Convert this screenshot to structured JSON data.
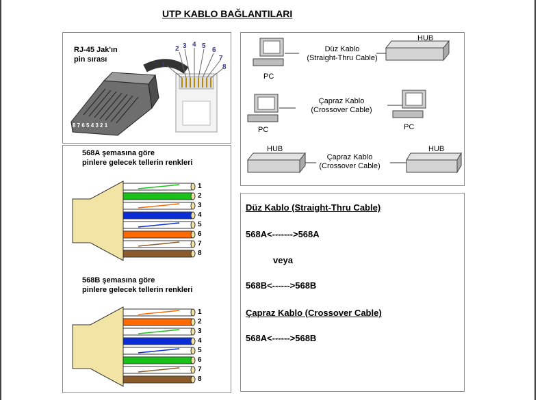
{
  "title": "UTP KABLO BAĞLANTILARI",
  "rj45": {
    "label_line1": "RJ-45 Jak'ın",
    "label_line2": "pin sırası",
    "plug_digits": "8 7 6 5 4 3 2 1",
    "pins": [
      "1",
      "2",
      "3",
      "4",
      "5",
      "6",
      "7",
      "8"
    ]
  },
  "scheme_a": {
    "title_line1": "568A şemasına göre",
    "title_line2": "pinlere gelecek tellerin renkleri",
    "pins": [
      "1",
      "2",
      "3",
      "4",
      "5",
      "6",
      "7",
      "8"
    ]
  },
  "scheme_b": {
    "title_line1": "568B şemasına göre",
    "title_line2": "pinlere gelecek tellerin renkleri",
    "pins": [
      "1",
      "2",
      "3",
      "4",
      "5",
      "6",
      "7",
      "8"
    ]
  },
  "connections": {
    "pc": "PC",
    "hub": "HUB",
    "straight_tr": "Düz Kablo",
    "straight_en": "(Straight-Thru Cable)",
    "cross_tr": "Çapraz Kablo",
    "cross_en": "(Crossover Cable)"
  },
  "notes": {
    "straight_heading": "Düz Kablo (Straight-Thru Cable)",
    "straight_rule": "568A<------->568A",
    "or": "veya",
    "straight_rule2": "568B<------>568B",
    "cross_heading": "Çapraz Kablo (Crossover Cable)",
    "cross_rule": "568A<------>568B"
  },
  "colors": {
    "green": "#19c219",
    "orange": "#ff6a00",
    "blue": "#0a2cd8",
    "brown": "#8b5a2b",
    "connector": "#f2e4a4",
    "border": "#8a8a8a"
  }
}
